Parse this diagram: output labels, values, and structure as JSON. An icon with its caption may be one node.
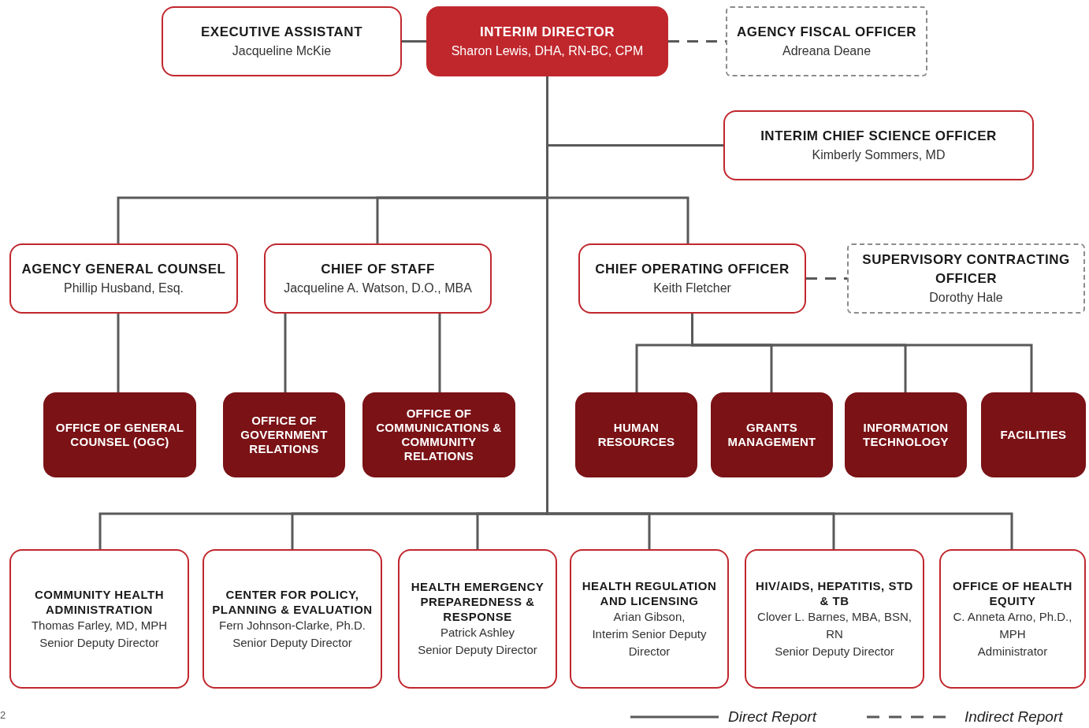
{
  "diagram": {
    "nodes": [
      {
        "text": [
          "EXECUTIVE ASSISTANT",
          "Jacqueline McKie"
        ]
      },
      {
        "text": [
          "INTERIM DIRECTOR",
          "Sharon Lewis, DHA, RN-BC, CPM"
        ]
      },
      {
        "text": [
          "AGENCY FISCAL OFFICER",
          "Adreana Deane"
        ]
      },
      {
        "text": [
          "INTERIM CHIEF SCIENCE OFFICER",
          "Kimberly Sommers, MD"
        ]
      },
      {
        "text": [
          "AGENCY GENERAL COUNSEL",
          "Phillip Husband, Esq."
        ]
      },
      {
        "text": [
          "CHIEF OF STAFF",
          "Jacqueline A. Watson, D.O., MBA"
        ]
      },
      {
        "text": [
          "CHIEF OPERATING OFFICER",
          "Keith Fletcher"
        ]
      },
      {
        "text": [
          "SUPERVISORY CONTRACTING OFFICER",
          "Dorothy Hale"
        ]
      },
      {
        "text": [
          "OFFICE OF GENERAL COUNSEL (OGC)"
        ]
      },
      {
        "text": [
          "OFFICE OF GOVERNMENT RELATIONS"
        ]
      },
      {
        "text": [
          "OFFICE OF COMMUNICATIONS & COMMUNITY RELATIONS"
        ]
      },
      {
        "text": [
          "HUMAN RESOURCES"
        ]
      },
      {
        "text": [
          "GRANTS MANAGEMENT"
        ]
      },
      {
        "text": [
          "INFORMATION TECHNOLOGY"
        ]
      },
      {
        "text": [
          "FACILITIES"
        ]
      },
      {
        "text": [
          "COMMUNITY HEALTH ADMINISTRATION",
          "Thomas Farley, MD, MPH",
          "Senior Deputy Director"
        ]
      },
      {
        "text": [
          "CENTER FOR POLICY, PLANNING & EVALUATION",
          "Fern Johnson-Clarke, Ph.D.",
          "Senior Deputy Director"
        ]
      },
      {
        "text": [
          "HEALTH EMERGENCY PREPAREDNESS & RESPONSE",
          "Patrick Ashley",
          "Senior Deputy Director"
        ]
      },
      {
        "text": [
          "HEALTH REGULATION AND LICENSING",
          "Arian Gibson,",
          "Interim Senior Deputy Director"
        ]
      },
      {
        "text": [
          "HIV/AIDS, HEPATITIS, STD & TB",
          "Clover L. Barnes, MBA, BSN, RN",
          "Senior Deputy Director"
        ]
      },
      {
        "text": [
          "OFFICE OF HEALTH EQUITY",
          "C. Anneta Arno, Ph.D., MPH",
          "Administrator"
        ]
      }
    ],
    "edges": [
      {
        "from": 0,
        "to": 1,
        "arrow": "none"
      },
      {
        "from": 1,
        "to": 2,
        "arrow": "none",
        "style": "dashed"
      },
      {
        "from": 1,
        "to": 3,
        "arrow": "none"
      },
      {
        "from": 1,
        "to": 4,
        "arrow": "none"
      },
      {
        "from": 1,
        "to": 5,
        "arrow": "none"
      },
      {
        "from": 1,
        "to": 6,
        "arrow": "none"
      },
      {
        "from": 6,
        "to": 7,
        "arrow": "none",
        "style": "dashed"
      },
      {
        "from": 4,
        "to": 8,
        "arrow": "none"
      },
      {
        "from": 5,
        "to": 9,
        "arrow": "none"
      },
      {
        "from": 5,
        "to": 10,
        "arrow": "none"
      },
      {
        "from": 6,
        "to": 11,
        "arrow": "none"
      },
      {
        "from": 6,
        "to": 12,
        "arrow": "none"
      },
      {
        "from": 6,
        "to": 13,
        "arrow": "none"
      },
      {
        "from": 6,
        "to": 14,
        "arrow": "none"
      },
      {
        "from": 1,
        "to": 15,
        "arrow": "none"
      },
      {
        "from": 1,
        "to": 16,
        "arrow": "none"
      },
      {
        "from": 1,
        "to": 17,
        "arrow": "none"
      },
      {
        "from": 1,
        "to": 18,
        "arrow": "none"
      },
      {
        "from": 1,
        "to": 19,
        "arrow": "none"
      },
      {
        "from": 1,
        "to": 20,
        "arrow": "none"
      }
    ],
    "labels": [
      "2"
    ],
    "legend": [
      {
        "text": "Direct Report"
      },
      {
        "text": "Indirect Report"
      }
    ]
  }
}
